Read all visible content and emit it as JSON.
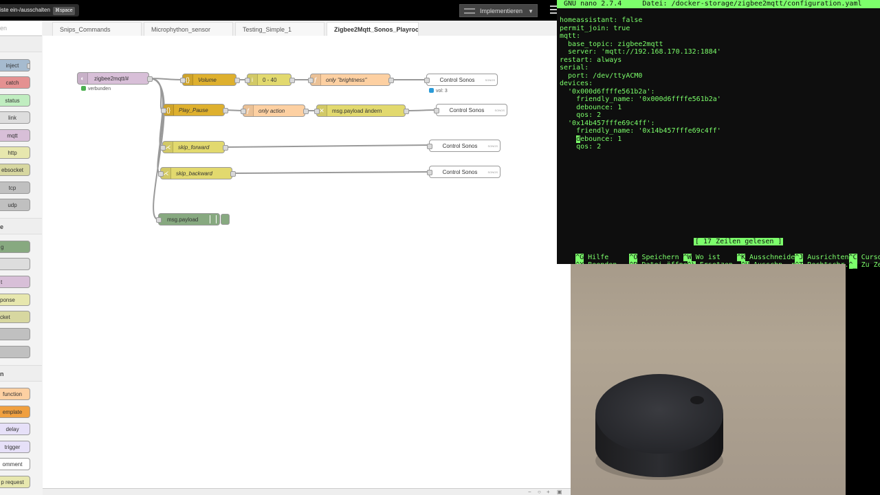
{
  "header": {
    "hint_text": "iste ein-/ausschalten",
    "hint_key": "⌘space",
    "deploy_label": "Implementieren"
  },
  "palette": {
    "search_placeholder": "en",
    "categories": [
      {
        "label": "e",
        "top": 0
      },
      {
        "label": "n",
        "top": 0
      }
    ],
    "input_nodes": [
      "inject",
      "catch",
      "status",
      "link",
      "mqtt",
      "http",
      "ebsocket",
      "tcp",
      "udp"
    ],
    "output_nodes": [
      "g",
      "",
      "t",
      "ponse",
      "cket",
      "",
      ""
    ],
    "function_nodes": [
      "function",
      "emplate",
      "delay",
      "trigger",
      "omment",
      "p request"
    ]
  },
  "tabs": [
    "Snips_Commands",
    "Microphython_sensor",
    "Testing_Simple_1",
    "Zigbee2Mqtt_Sonos_Playroo"
  ],
  "flow": {
    "source_node": "zigbee2mqtt/#",
    "source_status": "verbunden",
    "volume_node": "Volume",
    "range_node": "0 - 40",
    "filter_node": "only \"brightness\"",
    "sonos_label": "Control Sonos",
    "sonos_logo": "SONOS",
    "sonos_status": "vol: 3",
    "playpause_node": "Play_Pause",
    "action_node": "only action",
    "change_node": "msg.payload ändern",
    "forward_node": "skip_forward",
    "backward_node": "skip_backward",
    "debug_node": "msg.payload"
  },
  "terminal": {
    "title": " GNU nano 2.7.4     Datei: /docker-storage/zigbee2mqtt/configuration.yaml",
    "lines": [
      "homeassistant: false",
      "permit_join: true",
      "mqtt:",
      "  base_topic: zigbee2mqtt",
      "  server: 'mqtt://192.168.170.132:1884'",
      "restart: always",
      "serial:",
      "  port: /dev/ttyACM0",
      "devices:",
      "  '0x000d6ffffe561b2a':",
      "    friendly_name: '0x000d6ffffe561b2a'",
      "    debounce: 1",
      "    qos: 2",
      "  '0x14b457fffe69c4ff':",
      "    friendly_name: '0x14b457fffe69c4ff'"
    ],
    "cursor_char": "d",
    "cursor_rest": "ebounce: 1",
    "last_line": "    qos: 2",
    "status": "[ 17 Zeilen gelesen ]",
    "shortcuts_row1": [
      {
        "key": "^G",
        "label": " Hilfe     "
      },
      {
        "key": "^O",
        "label": " Speichern "
      },
      {
        "key": "^W",
        "label": " Wo ist    "
      },
      {
        "key": "^K",
        "label": " Ausschneide"
      },
      {
        "key": "^J",
        "label": " Ausrichten"
      },
      {
        "key": "^C",
        "label": " Cursor"
      }
    ],
    "shortcuts_row2": [
      {
        "key": "^X",
        "label": " Beenden   "
      },
      {
        "key": "^R",
        "label": " Datei öffne"
      },
      {
        "key": "^\\",
        "label": " Ersetzen  "
      },
      {
        "key": "^U",
        "label": " Ausschn. r"
      },
      {
        "key": "^T",
        "label": " Rechtschr."
      },
      {
        "key": "^_",
        "label": " Zu Zeile"
      }
    ]
  }
}
